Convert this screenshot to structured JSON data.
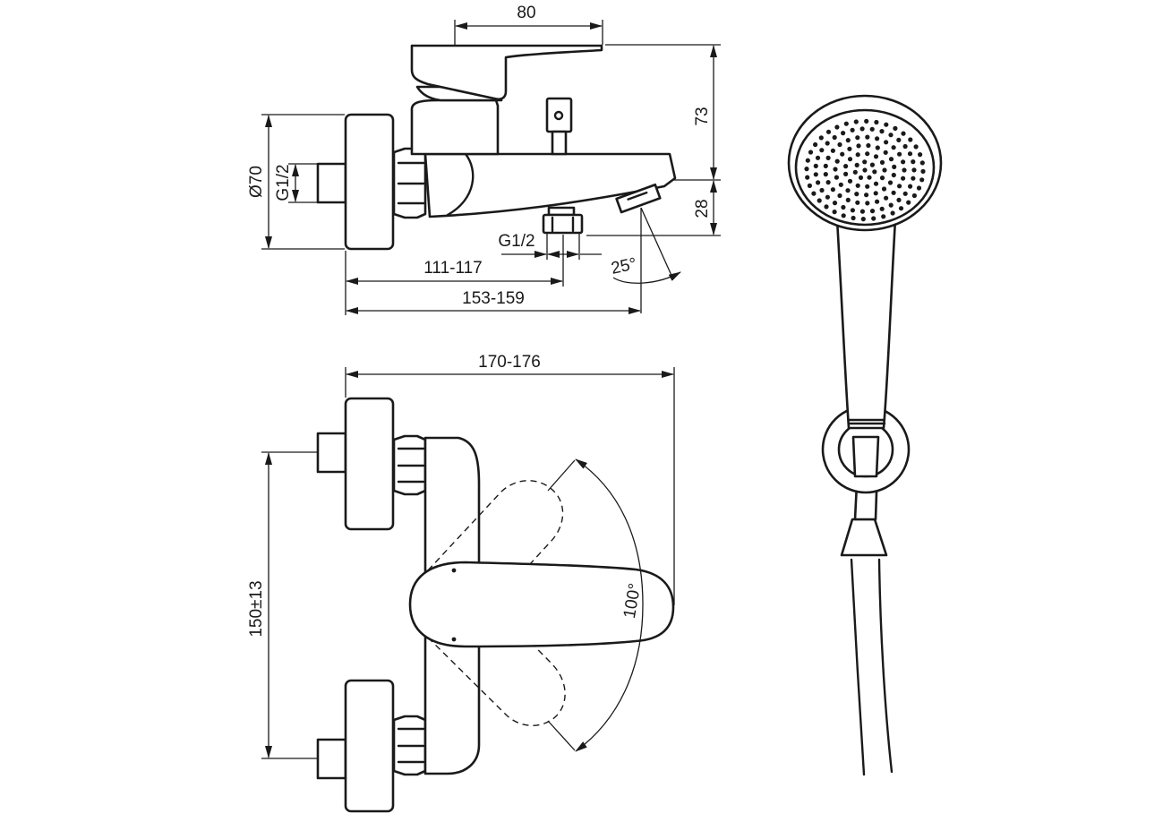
{
  "diagram": {
    "dimensions": {
      "handle_width": "80",
      "height_upper": "73",
      "height_lower": "28",
      "wall_plate_diameter": "Ø70",
      "inlet_thread": "G1/2",
      "outlet_thread": "G1/2",
      "spout_angle": "25°",
      "projection_outlet": "111-117",
      "projection_spout": "153-159",
      "total_width": "170-176",
      "inlet_spacing": "150±13",
      "lever_rotation": "100°"
    },
    "colors": {
      "line": "#1a1a1a",
      "background": "#ffffff"
    }
  }
}
